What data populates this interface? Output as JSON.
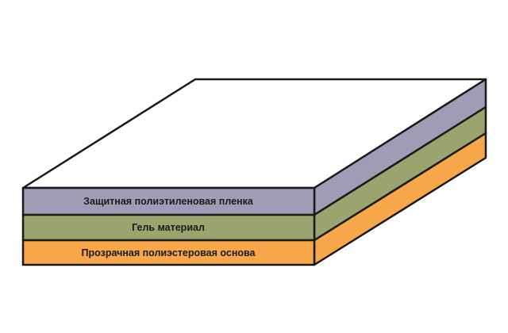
{
  "diagram": {
    "layers": [
      {
        "label": "Защитная полиэтиленовая пленка",
        "front_color": "#a09cb5",
        "side_color": "#a09cb5"
      },
      {
        "label": "Гель материал",
        "front_color": "#9aa46e",
        "side_color": "#9aa46e"
      },
      {
        "label": "Прозрачная полиэстеровая основа",
        "front_color": "#f7a64a",
        "side_color": "#f7a64a"
      }
    ],
    "top_color": "#ffffff",
    "outline_color": "#1a1a1a"
  }
}
